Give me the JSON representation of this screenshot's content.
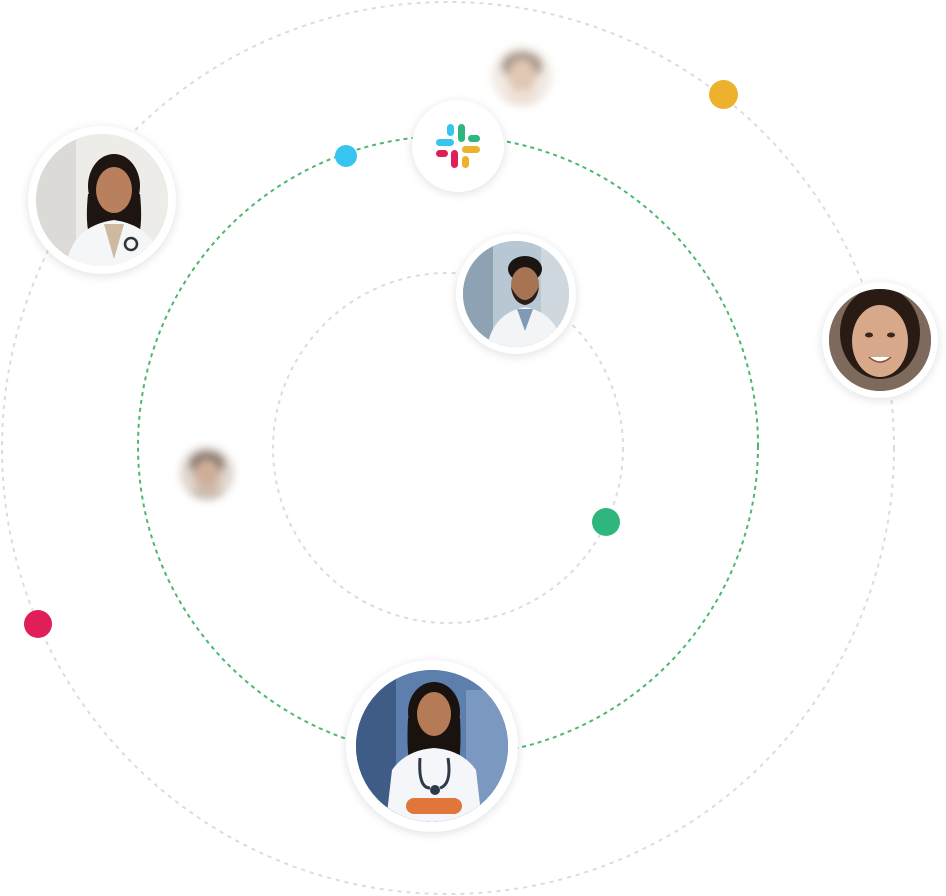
{
  "scene": {
    "type": "orbit-network-illustration",
    "center_logo": "slack-logo-icon",
    "orbit_colors": {
      "outer": "#dcdcdc",
      "middle": "#4cb86e",
      "inner": "#dcdcdc"
    },
    "dot_colors": {
      "blue": "#36c5f0",
      "yellow": "#ecb22e",
      "green": "#2eb67d",
      "red": "#e01e5a"
    },
    "avatars": [
      {
        "name": "doctor-woman-stethoscope-avatar",
        "blurred": false
      },
      {
        "name": "doctor-man-beard-avatar",
        "blurred": false
      },
      {
        "name": "woman-smiling-avatar",
        "blurred": false
      },
      {
        "name": "doctor-woman-crossed-arms-avatar",
        "blurred": false
      },
      {
        "name": "blurred-person-top-avatar",
        "blurred": true
      },
      {
        "name": "blurred-person-left-avatar",
        "blurred": true
      }
    ]
  }
}
